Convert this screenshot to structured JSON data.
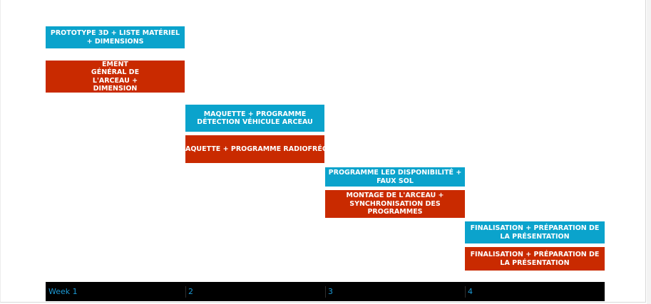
{
  "tasks": {
    "t1": "PROTOTYPE 3D + LISTE MATÉRIEL\n+ DIMENSIONS",
    "t2": "EMENT\nGÉNÉRAL DE\nL'ARCEAU +\nDIMENSION",
    "t3": "MAQUETTE + PROGRAMME\nDÉTECTION VÉHICULE ARCEAU",
    "t4": "AQUETTE + PROGRAMME RADIOFRÉQUEN",
    "t5": "PROGRAMME LED DISPONIBILITÉ +\nFAUX SOL",
    "t6": "MONTAGE DE L'ARCEAU +\nSYNCHRONISATION DES\nPROGRAMMES",
    "t7": "FINALISATION + PRÉPARATION DE\nLA PRÉSENTATION",
    "t8": "FINALISATION + PRÉPARATION DE\nLA PRÉSENTATION"
  },
  "timeline": {
    "weeks": [
      "Week 1",
      "2",
      "3",
      "4"
    ]
  },
  "colors": {
    "blue": "#0ba3cc",
    "red": "#c92a00",
    "axis_bg": "#000000",
    "axis_text": "#1c9ad6"
  }
}
